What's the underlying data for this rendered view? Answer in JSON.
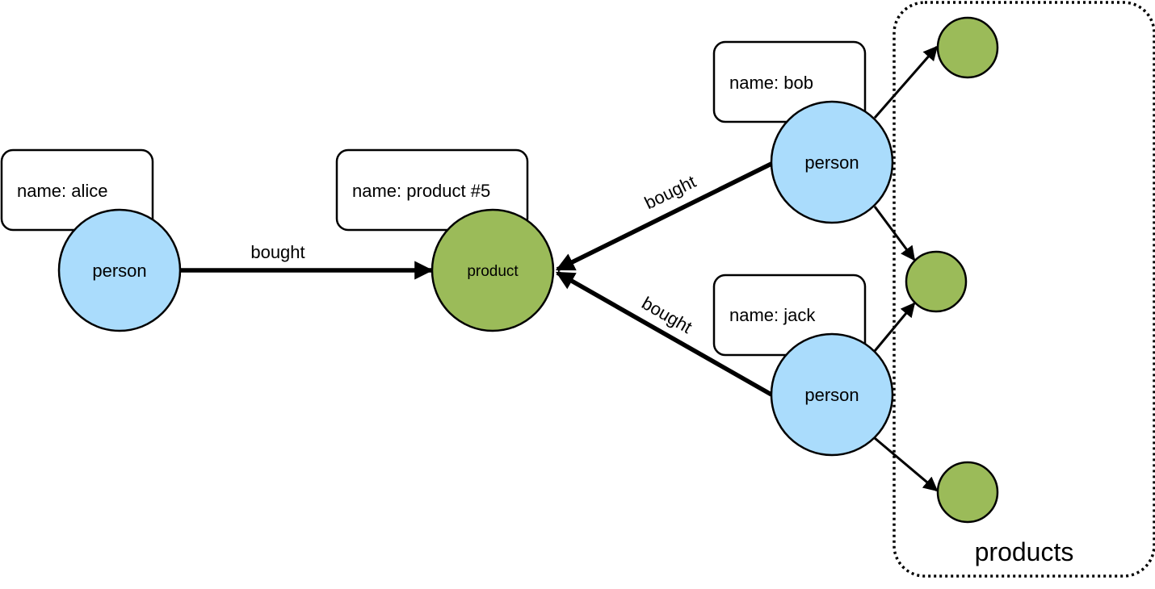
{
  "colors": {
    "person_fill": "#aadcfc",
    "product_fill": "#9bbb59",
    "stroke": "#000000",
    "background": "#ffffff"
  },
  "nodes": {
    "alice": {
      "type_label": "person",
      "name_label": "name: alice"
    },
    "product5": {
      "type_label": "product",
      "name_label": "name: product #5"
    },
    "bob": {
      "type_label": "person",
      "name_label": "name: bob"
    },
    "jack": {
      "type_label": "person",
      "name_label": "name: jack"
    }
  },
  "edges": {
    "alice_bought": "bought",
    "bob_bought": "bought",
    "jack_bought": "bought"
  },
  "group": {
    "label": "products"
  }
}
